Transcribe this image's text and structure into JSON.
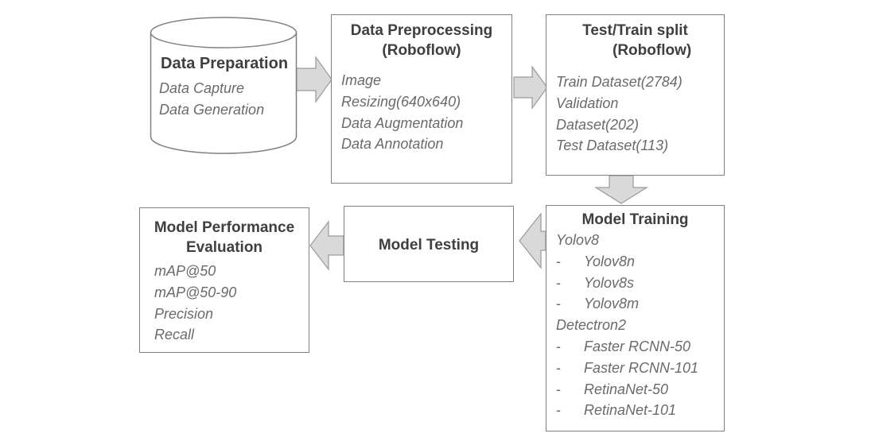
{
  "nodes": {
    "preparation": {
      "title": "Data Preparation",
      "items": [
        "Data Capture",
        "Data Generation"
      ]
    },
    "preprocessing": {
      "title": "Data Preprocessing\n(Roboflow)",
      "items": [
        "Image",
        "Resizing(640x640)",
        "Data Augmentation",
        "Data Annotation"
      ]
    },
    "split": {
      "title": "Test/Train split\n        (Roboflow)",
      "items": [
        "Train Dataset(2784)",
        "Validation",
        "Dataset(202)",
        "Test Dataset(113)"
      ]
    },
    "training": {
      "title": "Model Training",
      "items": [
        "Yolov8",
        "-",
        "Yolov8n",
        "-",
        "Yolov8s",
        "-",
        "Yolov8m",
        "Detectron2",
        "-",
        "Faster RCNN-50",
        "-",
        "Faster RCNN-101",
        "-",
        "RetinaNet-50",
        "-",
        "RetinaNet-101"
      ]
    },
    "testing": {
      "title": "Model Testing"
    },
    "evaluation": {
      "title": "Model Performance\nEvaluation",
      "items": [
        "mAP@50",
        "mAP@50-90",
        "Precision",
        "Recall"
      ]
    }
  },
  "edges": [
    {
      "from": "preparation",
      "to": "preprocessing"
    },
    {
      "from": "preprocessing",
      "to": "split"
    },
    {
      "from": "split",
      "to": "training"
    },
    {
      "from": "training",
      "to": "testing"
    },
    {
      "from": "testing",
      "to": "evaluation"
    }
  ],
  "colors": {
    "border": "#808080",
    "arrow_fill": "#d9d9d9",
    "title_text": "#3f3f3f",
    "item_text": "#6a6a6a"
  }
}
